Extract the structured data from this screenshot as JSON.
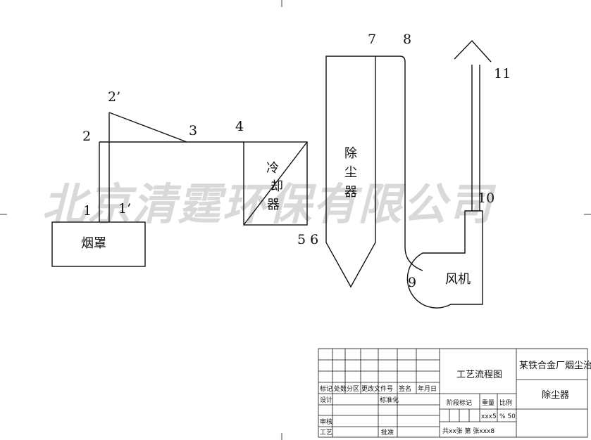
{
  "watermark": "北京清霆环保有限公司",
  "points": {
    "p1": "1",
    "p1p": "1’",
    "p2": "2",
    "p2p": "2’",
    "p3": "3",
    "p4": "4",
    "p56": "5 6",
    "p7": "7",
    "p8": "8",
    "p9": "9",
    "p10": "10",
    "p11": "11"
  },
  "equipment": {
    "hood": "烟罩",
    "cooler": [
      "冷",
      "却",
      "器"
    ],
    "collector": [
      "除",
      "尘",
      "器"
    ],
    "fan": "风机"
  },
  "title_block": {
    "drawing_title": "工艺流程图",
    "project": "某铁合金厂烟尘治理",
    "item": "除尘器",
    "header_cells": [
      "标记",
      "处数",
      "分区",
      "更改文件号",
      "签名",
      "年月日"
    ],
    "design": "设计",
    "standardize": "标准化",
    "review": "审核",
    "process": "工艺",
    "approve": "批准",
    "stage_mark": "阶段标记",
    "weight": "重量",
    "scale": "比例",
    "weight_value": "xxx5",
    "scale_value": "% 50",
    "sheet_info": "共xx张 第 张xxx8"
  }
}
